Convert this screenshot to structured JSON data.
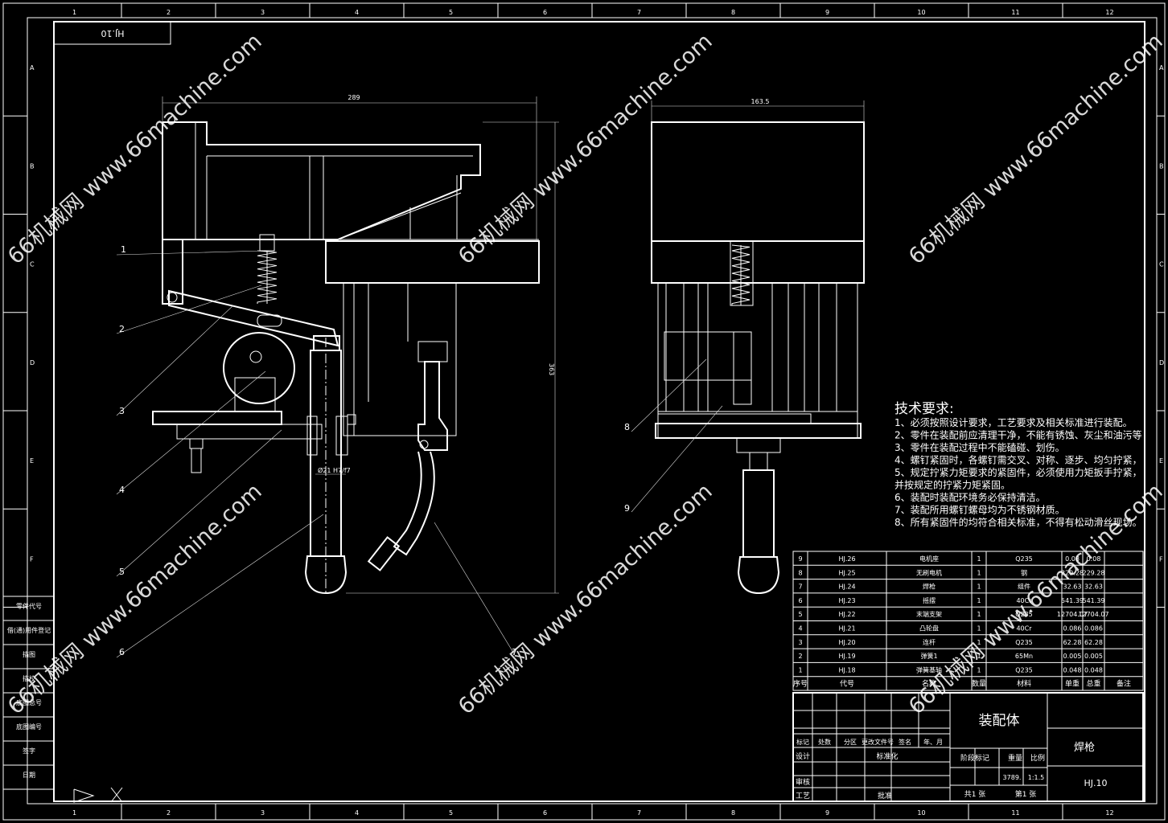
{
  "drawing_number": "HJ.10",
  "grid_columns": [
    "1",
    "2",
    "3",
    "4",
    "5",
    "6",
    "7",
    "8",
    "9",
    "10",
    "11",
    "12"
  ],
  "grid_rows": [
    "A",
    "B",
    "C",
    "D",
    "E",
    "F"
  ],
  "dimensions": {
    "front_width": "289",
    "front_height": "363",
    "side_width": "163.5",
    "fit": "Ø21 H7/f7"
  },
  "leaders": [
    "1",
    "2",
    "3",
    "4",
    "5",
    "6",
    "7",
    "8",
    "9"
  ],
  "tech_requirements": {
    "title": "技术要求:",
    "items": [
      "1、必须按照设计要求，工艺要求及相关标准进行装配。",
      "2、零件在装配前应清理干净，不能有锈蚀、灰尘和油污等",
      "3、零件在装配过程中不能磕碰、划伤。",
      "4、螺钉紧固时，各螺钉需交叉、对称、逐步、均匀拧紧，",
      "5、规定拧紧力矩要求的紧固件，必须使用力矩扳手拧紧，",
      "并按规定的拧紧力矩紧固。",
      "6、装配时装配环境务必保持清洁。",
      "7、装配所用螺钉螺母均为不锈钢材质。",
      "8、所有紧固件的均符合相关标准，不得有松动滑丝现场。"
    ]
  },
  "bom": {
    "rows": [
      [
        "9",
        "HJ.26",
        "电机座",
        "1",
        "Q235",
        "0.08",
        "0.08",
        ""
      ],
      [
        "8",
        "HJ.25",
        "无刷电机",
        "1",
        "钢",
        "229.28",
        "229.28",
        ""
      ],
      [
        "7",
        "HJ.24",
        "焊枪",
        "1",
        "组件",
        "32.63",
        "32.63",
        ""
      ],
      [
        "6",
        "HJ.23",
        "摇摆",
        "1",
        "40Cr",
        "541.39",
        "541.39",
        ""
      ],
      [
        "5",
        "HJ.22",
        "末端支架",
        "1",
        "Q235",
        "12704.07",
        "12704.07",
        ""
      ],
      [
        "4",
        "HJ.21",
        "凸轮盘",
        "1",
        "40Cr",
        "0.086",
        "0.086",
        ""
      ],
      [
        "3",
        "HJ.20",
        "连杆",
        "1",
        "Q235",
        "62.28",
        "62.28",
        ""
      ],
      [
        "2",
        "HJ.19",
        "弹簧1",
        "1",
        "65Mn",
        "0.005",
        "0.005",
        ""
      ],
      [
        "1",
        "HJ.18",
        "弹簧基轴",
        "1",
        "Q235",
        "0.048",
        "0.048",
        ""
      ]
    ],
    "header": [
      "序号",
      "代号",
      "名称",
      "数量",
      "材料",
      "单重",
      "总重",
      "备注"
    ]
  },
  "title_block": {
    "assembly": "装配体",
    "part_name": "焊枪",
    "drawing_no": "HJ.10",
    "row_labels": [
      "标记",
      "处数",
      "分区",
      "更改文件号",
      "签名",
      "年、月"
    ],
    "design": "设计",
    "standard": "标准化",
    "review": "审核",
    "process": "工艺",
    "approve": "批准",
    "stage_label": "阶段标记",
    "weight_label": "重量",
    "scale_label": "比例",
    "weight": "3789.",
    "scale": "1:1.5",
    "sheets_total": "共1 张",
    "sheet_no": "第1 张"
  },
  "left_strip": [
    "零件代号",
    "借(通)用件登记",
    "描图",
    "描校",
    "底图总号",
    "底图编号",
    "签字",
    "日期"
  ],
  "watermark": "66机械网 www.66machine.com"
}
